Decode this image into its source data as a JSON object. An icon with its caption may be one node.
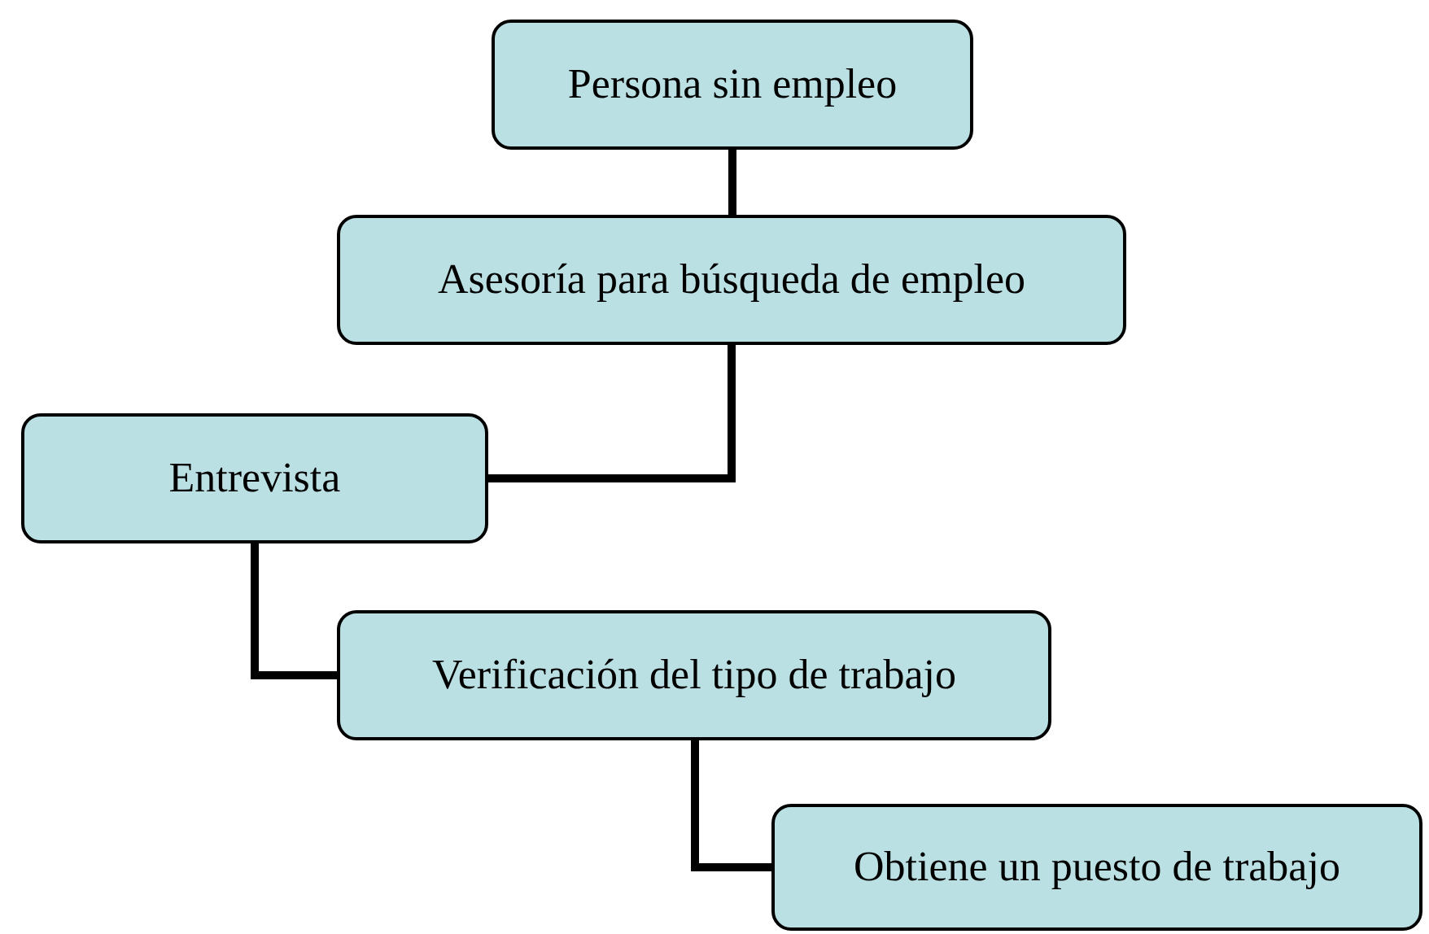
{
  "diagram": {
    "nodes": [
      {
        "text": [
          "Persona sin empleo"
        ]
      },
      {
        "text": [
          "Asesoría para búsqueda de empleo"
        ]
      },
      {
        "text": [
          "Entrevista"
        ]
      },
      {
        "text": [
          "Verificación del tipo de trabajo"
        ]
      },
      {
        "text": [
          "Obtiene un puesto de trabajo"
        ]
      }
    ],
    "edges": [
      {
        "from": 0,
        "to": 1,
        "arrow": "none"
      },
      {
        "from": 1,
        "to": 2,
        "arrow": "none"
      },
      {
        "from": 2,
        "to": 3,
        "arrow": "none"
      },
      {
        "from": 3,
        "to": 4,
        "arrow": "none"
      }
    ]
  }
}
